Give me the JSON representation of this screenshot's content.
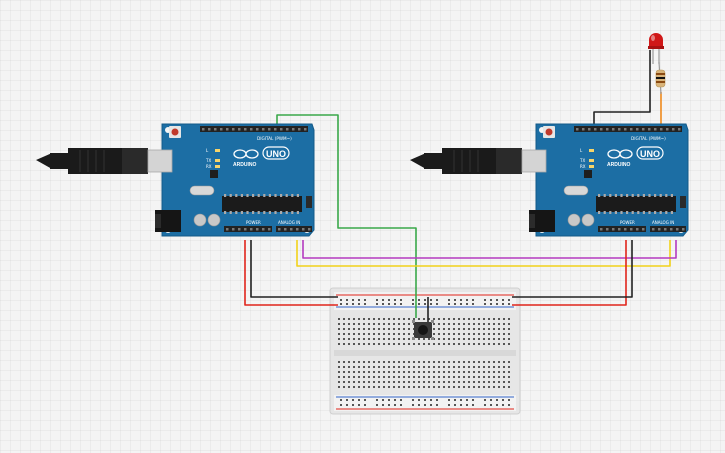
{
  "boards": [
    {
      "id": "left",
      "brand": "ARDUINO",
      "model": "UNO",
      "digital_label": "DIGITAL (PWM~)",
      "power_label": "POWER",
      "analog_label": "ANALOG IN",
      "tx_label": "TX",
      "rx_label": "RX",
      "l_label": "L"
    },
    {
      "id": "right",
      "brand": "ARDUINO",
      "model": "UNO",
      "digital_label": "DIGITAL (PWM~)",
      "power_label": "POWER",
      "analog_label": "ANALOG IN",
      "tx_label": "TX",
      "rx_label": "RX",
      "l_label": "L"
    }
  ],
  "colors": {
    "board": "#1c6ea4",
    "board_edge": "#155a88",
    "header": "#222222",
    "wire_green": "#3aa84a",
    "wire_red": "#e0241b",
    "wire_black": "#222222",
    "wire_yellow": "#f2d21a",
    "wire_purple": "#b43ac0",
    "wire_orange": "#f08a1d",
    "led": "#d01818",
    "breadboard": "#e8e8e8",
    "usb_metal": "#d4d4d4",
    "usb_cable": "#1a1a1a"
  },
  "components": {
    "led": "red-led",
    "resistor": "resistor",
    "pushbutton": "pushbutton",
    "breadboard": "half-breadboard"
  }
}
